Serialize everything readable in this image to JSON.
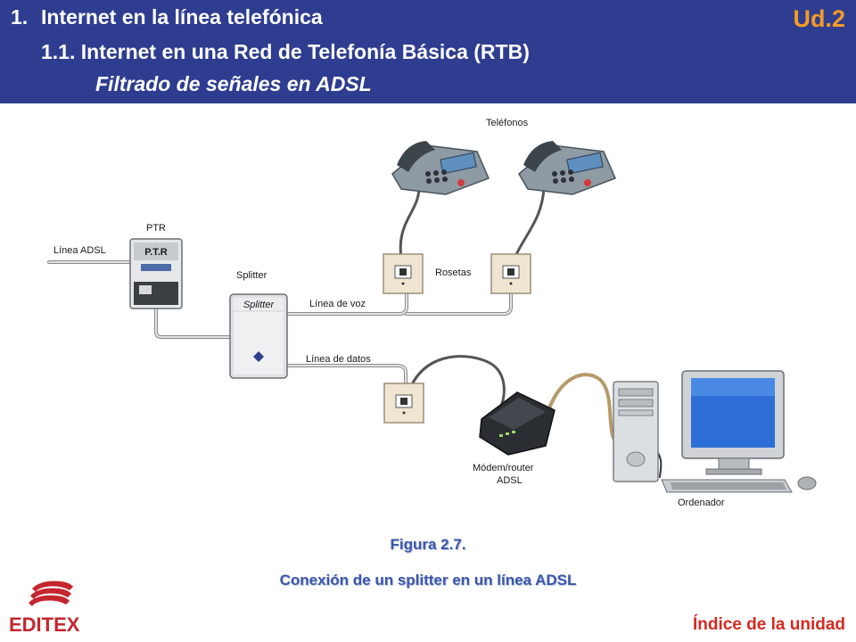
{
  "header": {
    "section_number": "1.",
    "section_title": "Internet en la línea telefónica",
    "subsection": "1.1. Internet en una Red de Telefonía Básica (RTB)",
    "topic": "Filtrado de señales en ADSL",
    "unit": "Ud.2"
  },
  "diagram": {
    "labels": {
      "telefonos": "Teléfonos",
      "ptr": "PTR",
      "linea_adsl": "Línea ADSL",
      "splitter": "Splitter",
      "rosetas": "Rosetas",
      "linea_voz": "Línea de voz",
      "linea_datos": "Línea de datos",
      "modem_router": "Módem/router",
      "adsl": "ADSL",
      "ordenador": "Ordenador",
      "ptr_device": "P.T.R",
      "splitter_device": "Splitter"
    }
  },
  "caption": {
    "figure": "Figura 2.7.",
    "text": "Conexión de un splitter en un línea ADSL"
  },
  "footer": {
    "logo_text": "EDITEX",
    "index_link": "Índice de la unidad"
  },
  "colors": {
    "header_bg": "#2e3d8f",
    "unit_orange": "#f39a26",
    "caption_blue": "#3a56a8",
    "link_red": "#d42a20",
    "logo_red": "#c4262e"
  }
}
